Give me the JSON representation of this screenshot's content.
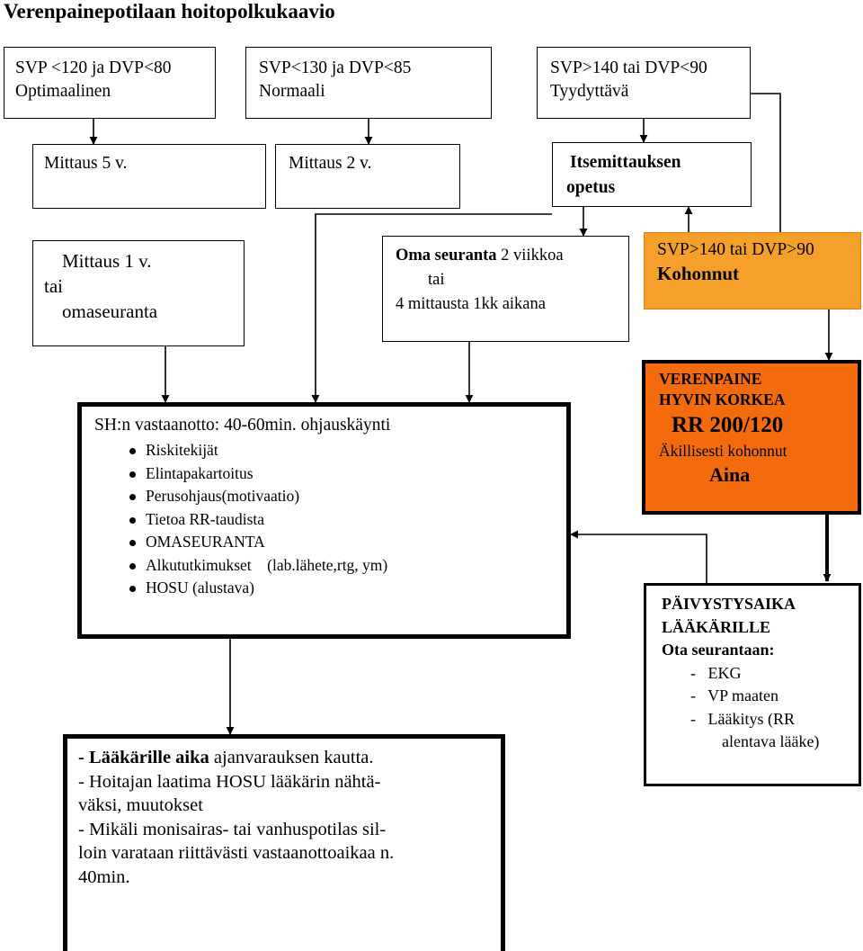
{
  "title": "Verenpainepotilaan hoitopolkukaavio",
  "colors": {
    "elevated_fill": "#f6a02c",
    "critical_fill": "#f36b0c",
    "line": "#000000"
  },
  "level_boxes": {
    "optimal": {
      "line1": "SVP <120 ja DVP<80",
      "line2": "Optimaalinen"
    },
    "normal": {
      "line1": "SVP<130 ja DVP<85",
      "line2": "Normaali"
    },
    "satisfactory": {
      "line1": "SVP>140 tai DVP<90",
      "line2": "Tyydyttävä"
    }
  },
  "measure_boxes": {
    "five_years": "Mittaus 5 v.",
    "two_years": "Mittaus 2 v.",
    "self_measure": {
      "line1": "Itsemittauksen",
      "line2": "opetus"
    },
    "one_year": {
      "line1": "Mittaus 1 v.",
      "line2": "tai",
      "line3": "omaseuranta"
    }
  },
  "own_followup": {
    "bold": "Oma seuranta",
    "rest": " 2 viikkoa",
    "line2": "tai",
    "line3": "4 mittausta 1kk aikana"
  },
  "elevated": {
    "line1": "SVP>140 tai DVP>90",
    "line2": "Kohonnut"
  },
  "critical": {
    "line1": "VERENPAINE",
    "line2": "HYVIN KORKEA",
    "line3": "RR 200/120",
    "line4": "Äkillisesti kohonnut",
    "line5": "Aina"
  },
  "sh_visit": {
    "heading": "SH:n vastaanotto: 40-60min. ohjauskäynti",
    "items": [
      "Riskitekijät",
      "Elintapakartoitus",
      "Perusohjaus(motivaatio)",
      "Tietoa RR-taudista",
      "OMASEURANTA",
      "Alkututkimukset    (lab.lähete,rtg, ym)",
      "HOSU (alustava)"
    ]
  },
  "emergency": {
    "line1": "PÄIVYSTYSAIKA",
    "line2": "LÄÄKÄRILLE",
    "line3": "Ota seurantaan:",
    "items": [
      "-   EKG",
      "-   VP maaten",
      "-   Lääkitys (RR"
    ],
    "item_cont": "alentava lääke)"
  },
  "doctor": {
    "dash": "- ",
    "bold": "Lääkärille aika",
    "rest": " ajanvarauksen kautta.",
    "line2": "- Hoitajan laatima HOSU lääkärin nähtä-",
    "line3": "väksi, muutokset",
    "line4": "- Mikäli monisairas- tai vanhuspotilas sil-",
    "line5": "loin varataan riittävästi vastaanottoaikaa n.",
    "line6": "40min."
  }
}
